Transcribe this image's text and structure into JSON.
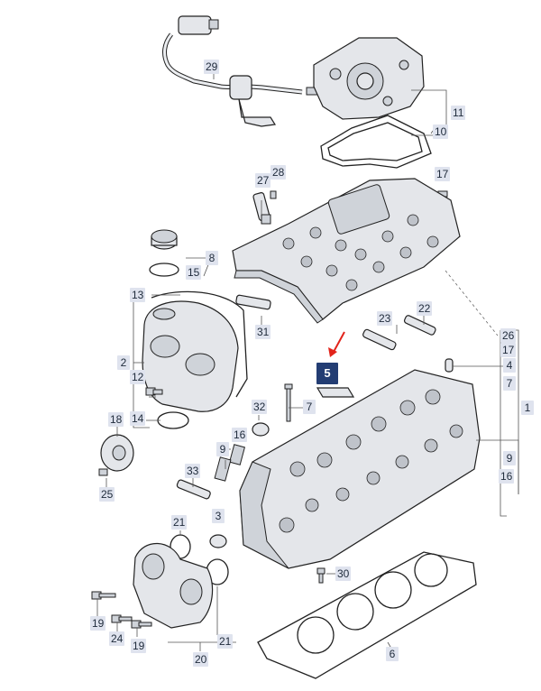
{
  "diagram": {
    "callouts": {
      "c29": "29",
      "c11": "11",
      "c10": "10",
      "c27": "27",
      "c28": "28",
      "c17a": "17",
      "c8": "8",
      "c15": "15",
      "c13": "13",
      "c31": "31",
      "c26": "26",
      "c17b": "17",
      "c4": "4",
      "c7a": "7",
      "c23": "23",
      "c22": "22",
      "c2": "2",
      "c12": "12",
      "c5": "5",
      "c32": "32",
      "c7b": "7",
      "c1": "1",
      "c18": "18",
      "c14": "14",
      "c16a": "16",
      "c9a": "9",
      "c9b": "9",
      "c16b": "16",
      "c25": "25",
      "c33": "33",
      "c3": "3",
      "c21a": "21",
      "c30": "30",
      "c19a": "19",
      "c24": "24",
      "c19b": "19",
      "c21b": "21",
      "c6": "6",
      "c20": "20"
    },
    "highlight_color": "#233d73",
    "callout_color": "#dfe3ee",
    "arrow_color": "#e2231a"
  }
}
